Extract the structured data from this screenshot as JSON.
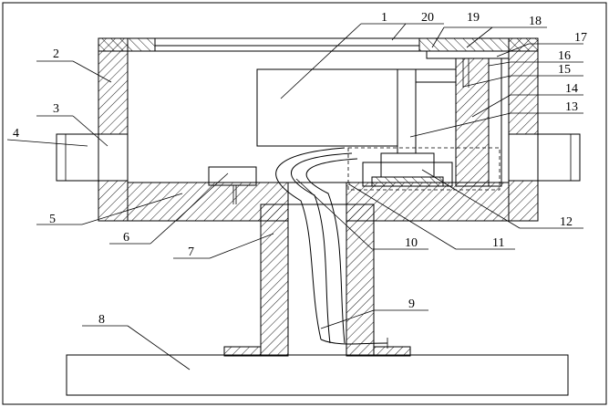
{
  "labels": [
    "1",
    "2",
    "3",
    "4",
    "5",
    "6",
    "7",
    "8",
    "9",
    "10",
    "11",
    "12",
    "13",
    "14",
    "15",
    "16",
    "17",
    "18",
    "19",
    "20"
  ]
}
